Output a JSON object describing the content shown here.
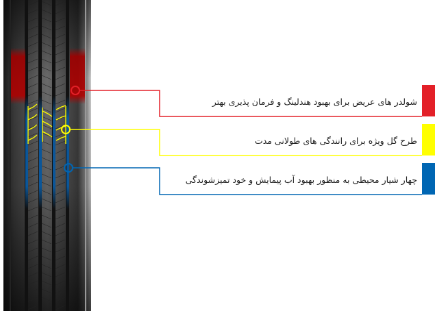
{
  "features": [
    {
      "text": "شولدر های عریض برای بهبود هندلینگ و فرمان پذیری بهتر",
      "color": "#e32028"
    },
    {
      "text": "طرح گل ویژه برای رانندگی های طولانی مدت",
      "color": "#ffff00"
    },
    {
      "text": "چهار شیار محیطی به منظور بهبود آب پیمایش و خود تمیزشوندگی",
      "color": "#0066b3"
    }
  ]
}
